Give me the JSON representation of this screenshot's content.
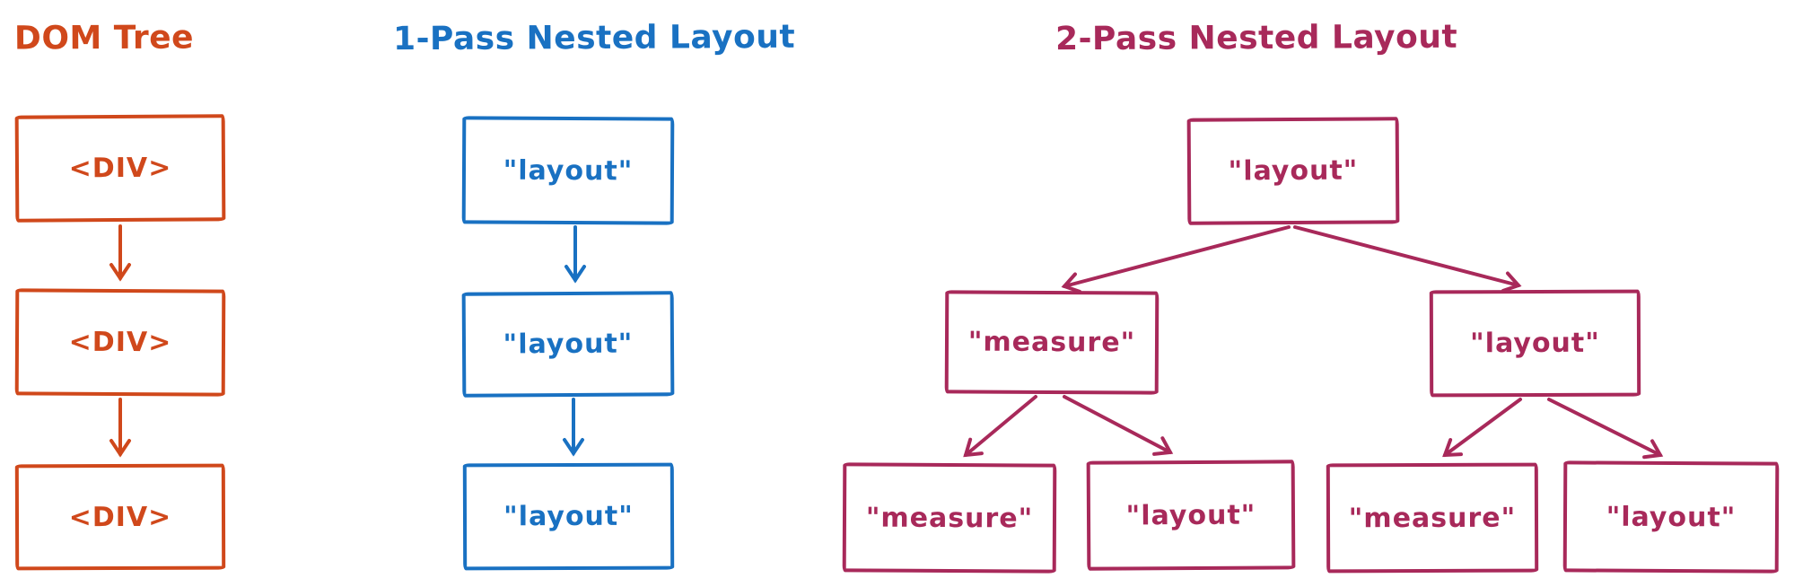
{
  "diagram": {
    "background_color": "#ffffff",
    "columns": [
      {
        "id": "dom-tree",
        "title": "DOM Tree",
        "color": "#d0481b",
        "type": "linear-chain",
        "nodes": [
          "<DIV>",
          "<DIV>",
          "<DIV>"
        ]
      },
      {
        "id": "one-pass-nested-layout",
        "title": "1-Pass Nested Layout",
        "color": "#1971c2",
        "type": "linear-chain",
        "nodes": [
          "\"layout\"",
          "\"layout\"",
          "\"layout\""
        ]
      },
      {
        "id": "two-pass-nested-layout",
        "title": "2-Pass Nested Layout",
        "color": "#a8295a",
        "type": "tree",
        "root": "\"layout\"",
        "children": [
          "\"measure\"",
          "\"layout\""
        ],
        "grandchildren": [
          "\"measure\"",
          "\"layout\"",
          "\"measure\"",
          "\"layout\""
        ]
      }
    ]
  }
}
